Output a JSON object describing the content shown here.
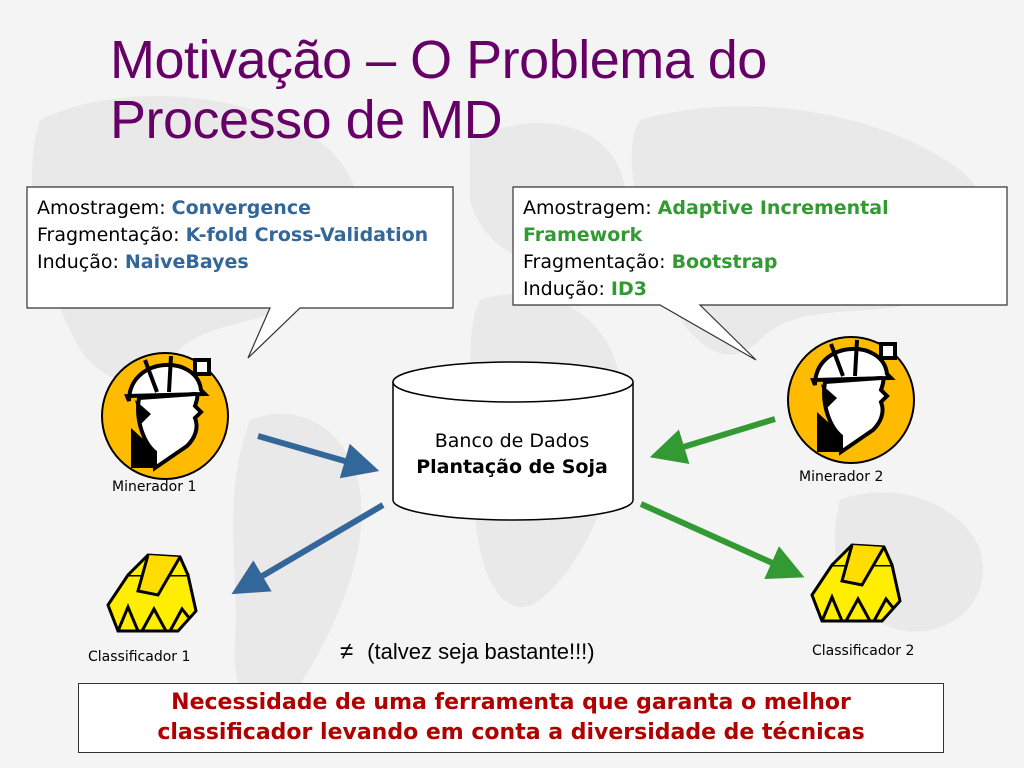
{
  "slide": {
    "title": "Motivação – O Problema do Processo de MD"
  },
  "left_bubble": {
    "line1_label": "Amostragem: ",
    "line1_value": "Convergence",
    "line2_label": "Fragmentação: ",
    "line2_value": "K-fold Cross-Validation",
    "line3_label": "Indução: ",
    "line3_value": "NaiveBayes"
  },
  "right_bubble": {
    "line1_label": "Amostragem: ",
    "line1_value": "Adaptive Incremental Framework",
    "line2_label": "Fragmentação: ",
    "line2_value": "Bootstrap",
    "line3_label": "Indução: ",
    "line3_value": "ID3"
  },
  "database": {
    "line1": "Banco de Dados",
    "line2": "Plantação de Soja"
  },
  "miners": {
    "miner1": "Minerador 1",
    "miner2": "Minerador 2"
  },
  "classifiers": {
    "classifier1": "Classificador 1",
    "classifier2": "Classificador 2"
  },
  "note": {
    "symbol": "≠",
    "text": "(talvez seja bastante!!!)"
  },
  "conclusion": {
    "line1": "Necessidade de uma ferramenta que garanta o melhor",
    "line2": "classificador levando em conta a diversidade de técnicas"
  },
  "colors": {
    "title": "#660066",
    "blue_accent": "#336699",
    "green_accent": "#339933",
    "conclusion_text": "#b00000",
    "miner_disc": "#ffbb00",
    "gold": "#ffee00"
  }
}
